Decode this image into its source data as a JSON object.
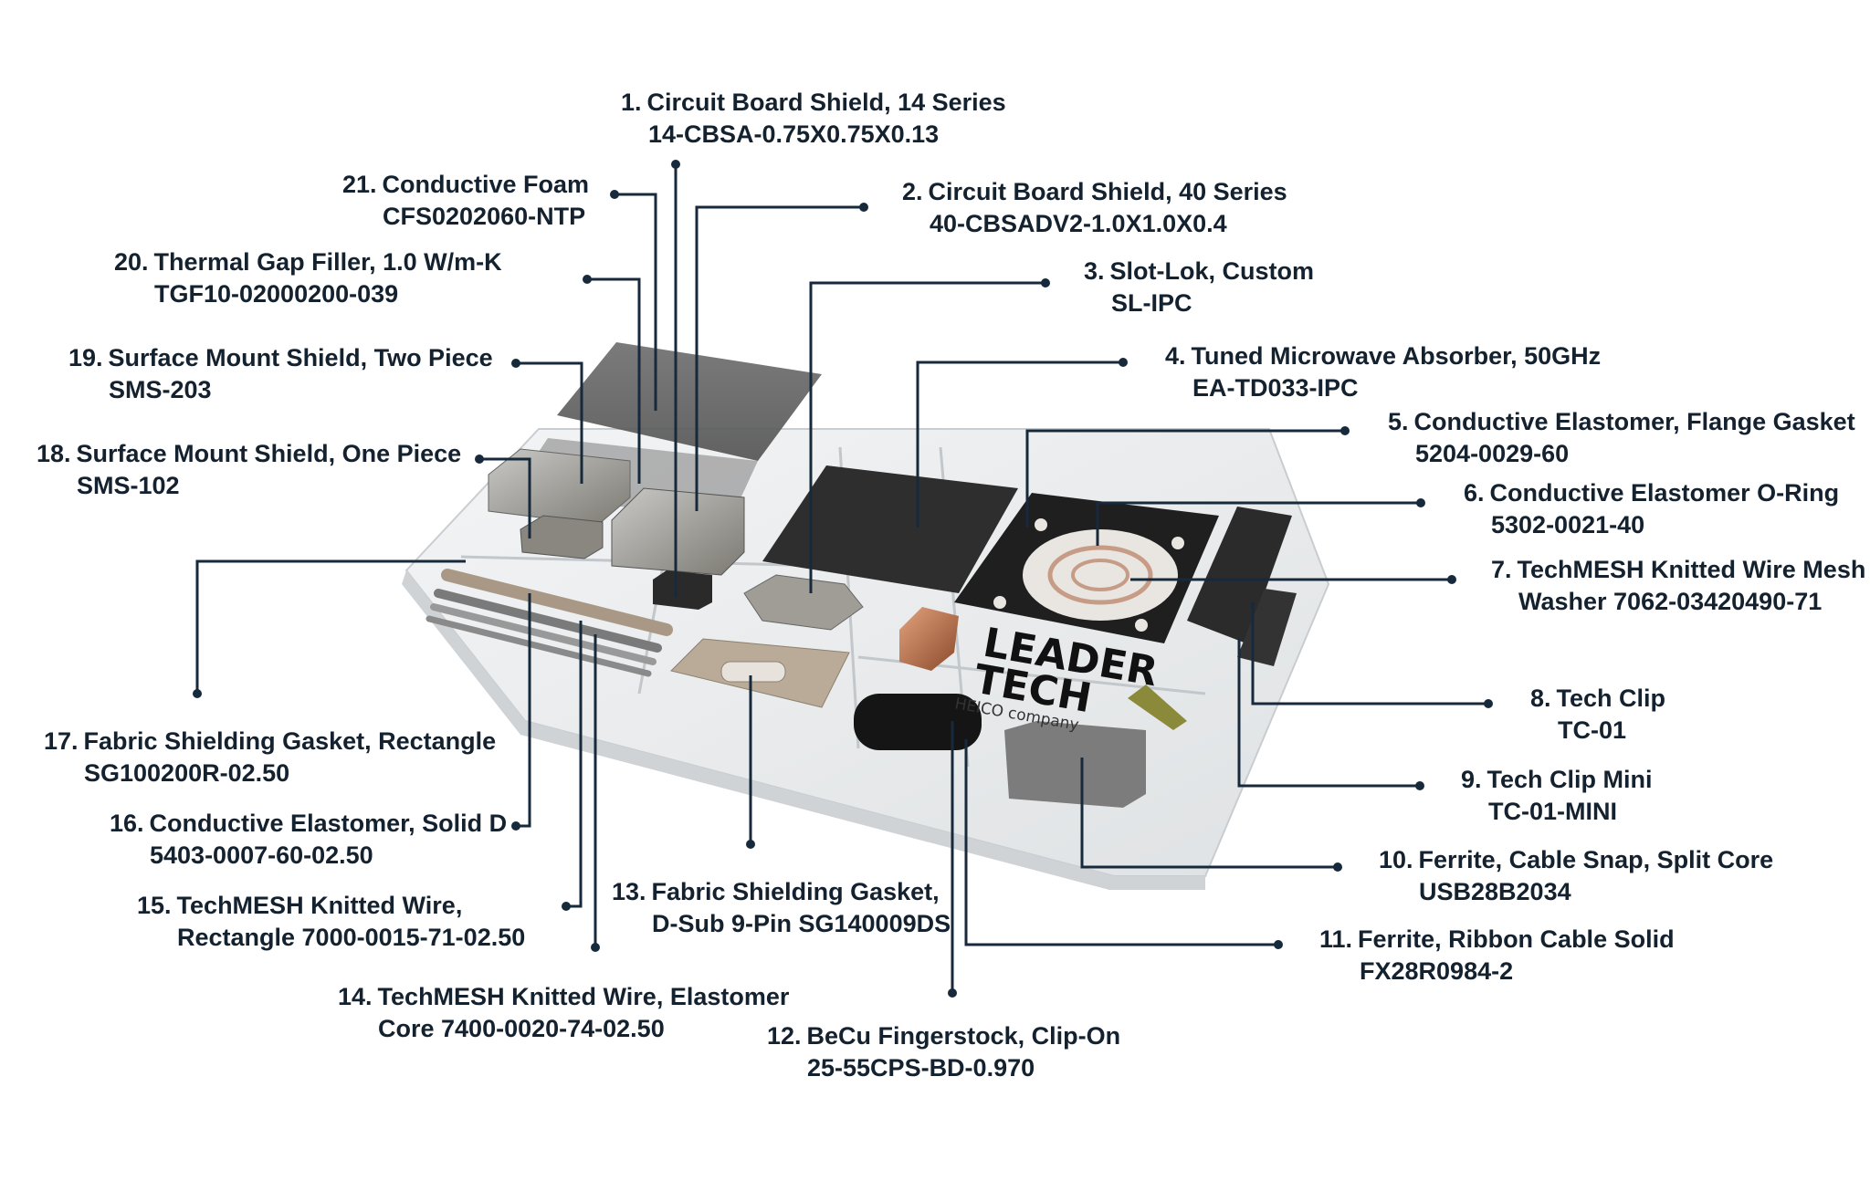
{
  "logo": {
    "line1": "LEADER",
    "line2": "TECH",
    "sub": "HEICO company"
  },
  "colors": {
    "ink": "#14212f",
    "line": "#172a3c",
    "tray": "#e9ecee",
    "logo_olive": "#8a8a3a"
  },
  "callouts": [
    {
      "num": "1.",
      "name": "Circuit Board Shield, 14 Series",
      "part": "14-CBSA-0.75X0.75X0.13"
    },
    {
      "num": "2.",
      "name": "Circuit Board Shield, 40 Series",
      "part": "40-CBSADV2-1.0X1.0X0.4"
    },
    {
      "num": "3.",
      "name": "Slot-Lok, Custom",
      "part": "SL-IPC"
    },
    {
      "num": "4.",
      "name": "Tuned Microwave Absorber, 50GHz",
      "part": "EA-TD033-IPC"
    },
    {
      "num": "5.",
      "name": "Conductive Elastomer, Flange Gasket",
      "part": "5204-0029-60"
    },
    {
      "num": "6.",
      "name": "Conductive Elastomer O-Ring",
      "part": "5302-0021-40"
    },
    {
      "num": "7.",
      "name": "TechMESH Knitted Wire Mesh",
      "part": "Washer 7062-03420490-71"
    },
    {
      "num": "8.",
      "name": "Tech Clip",
      "part": "TC-01"
    },
    {
      "num": "9.",
      "name": "Tech Clip Mini",
      "part": "TC-01-MINI"
    },
    {
      "num": "10.",
      "name": "Ferrite, Cable Snap, Split Core",
      "part": "USB28B2034"
    },
    {
      "num": "11.",
      "name": "Ferrite, Ribbon Cable Solid",
      "part": "FX28R0984-2"
    },
    {
      "num": "12.",
      "name": "BeCu Fingerstock, Clip-On",
      "part": "25-55CPS-BD-0.970"
    },
    {
      "num": "13.",
      "name": "Fabric Shielding Gasket,",
      "part": "D-Sub 9-Pin SG140009DS"
    },
    {
      "num": "14.",
      "name": "TechMESH Knitted Wire, Elastomer",
      "part": "Core 7400-0020-74-02.50"
    },
    {
      "num": "15.",
      "name": "TechMESH Knitted Wire,",
      "part": "Rectangle 7000-0015-71-02.50"
    },
    {
      "num": "16.",
      "name": "Conductive Elastomer, Solid D",
      "part": "5403-0007-60-02.50"
    },
    {
      "num": "17.",
      "name": "Fabric Shielding Gasket, Rectangle",
      "part": "SG100200R-02.50"
    },
    {
      "num": "18.",
      "name": "Surface Mount Shield, One Piece",
      "part": "SMS-102"
    },
    {
      "num": "19.",
      "name": "Surface Mount Shield, Two Piece",
      "part": "SMS-203"
    },
    {
      "num": "20.",
      "name": "Thermal Gap Filler, 1.0 W/m-K",
      "part": "TGF10-02000200-039"
    },
    {
      "num": "21.",
      "name": "Conductive Foam",
      "part": "CFS0202060-NTP"
    }
  ]
}
